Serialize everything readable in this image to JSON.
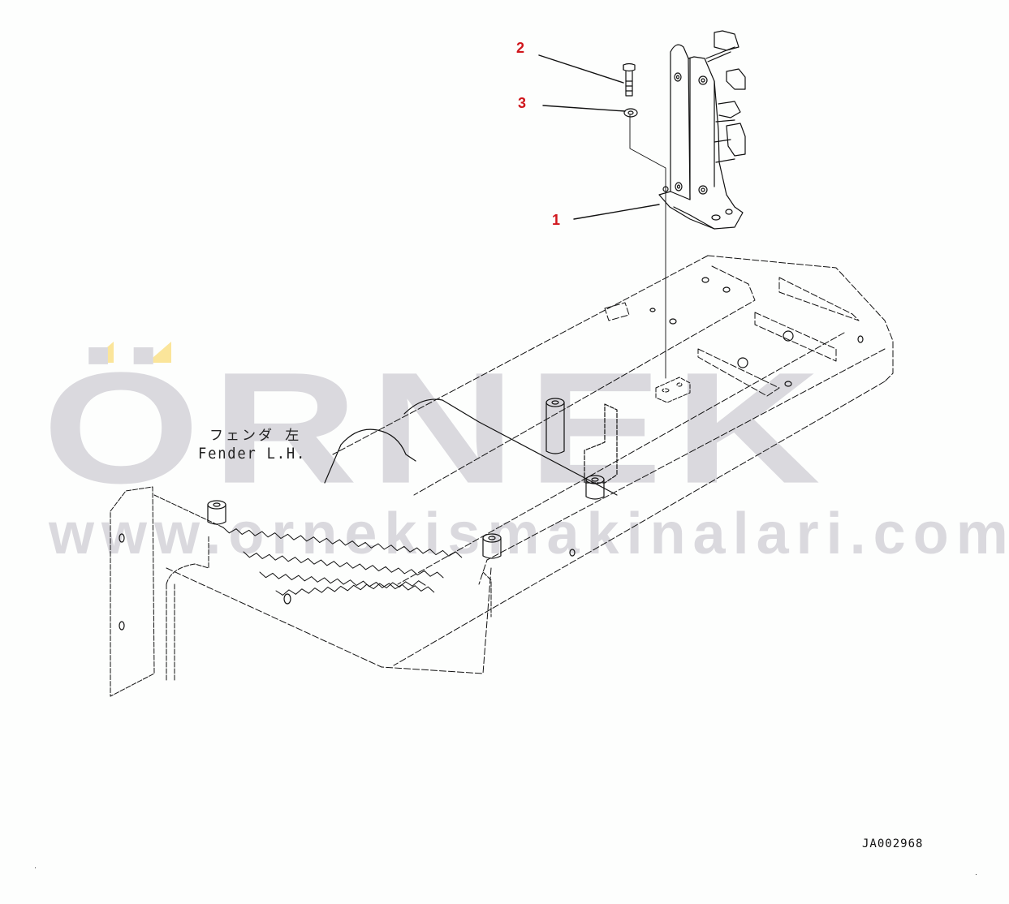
{
  "diagram": {
    "type": "exploded parts diagram",
    "subject": "Fender L.H. mounting bracket",
    "drawing_id": "JA002968",
    "assembly_label": {
      "japanese": "フェンダ 左",
      "english": "Fender L.H."
    },
    "callouts": [
      {
        "number": "1",
        "part": "bracket"
      },
      {
        "number": "2",
        "part": "bolt"
      },
      {
        "number": "3",
        "part": "washer"
      }
    ],
    "callout_color": "#d0161c"
  },
  "watermark": {
    "brand": "ÖRNEK",
    "url": "www.ornekismakinalari.com.tr",
    "text_color": "#dad9de",
    "accent_color": "#fbe59a"
  }
}
